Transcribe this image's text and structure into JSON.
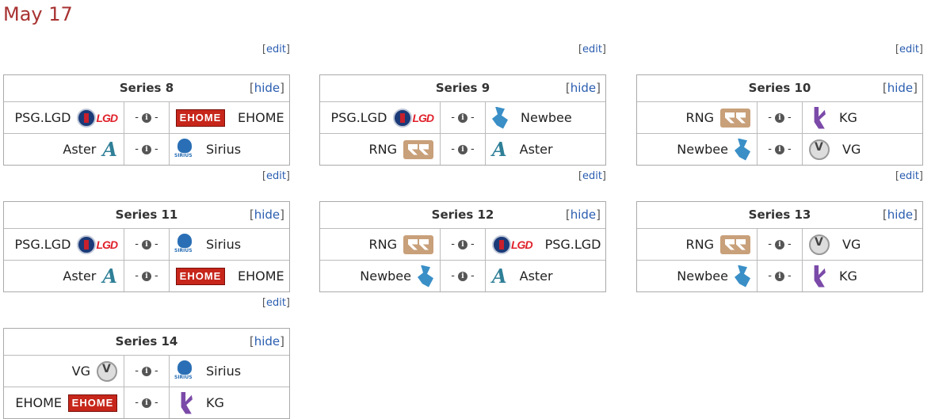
{
  "date_heading": "May 17",
  "edit_label": "edit",
  "hide_label": "hide",
  "score_separator": "-",
  "info_glyph": "i",
  "logo_text": {
    "lgd": "LGD",
    "ehome": "EHOME"
  },
  "series": [
    {
      "title": "Series 8",
      "matches": [
        {
          "left": {
            "name": "PSG.LGD",
            "logo": "psglgd"
          },
          "right": {
            "name": "EHOME",
            "logo": "ehome"
          }
        },
        {
          "left": {
            "name": "Aster",
            "logo": "aster"
          },
          "right": {
            "name": "Sirius",
            "logo": "sirius"
          }
        }
      ]
    },
    {
      "title": "Series 9",
      "matches": [
        {
          "left": {
            "name": "PSG.LGD",
            "logo": "psglgd"
          },
          "right": {
            "name": "Newbee",
            "logo": "newbee"
          }
        },
        {
          "left": {
            "name": "RNG",
            "logo": "rng"
          },
          "right": {
            "name": "Aster",
            "logo": "aster"
          }
        }
      ]
    },
    {
      "title": "Series 10",
      "matches": [
        {
          "left": {
            "name": "RNG",
            "logo": "rng"
          },
          "right": {
            "name": "KG",
            "logo": "kg"
          }
        },
        {
          "left": {
            "name": "Newbee",
            "logo": "newbee"
          },
          "right": {
            "name": "VG",
            "logo": "vg"
          }
        }
      ]
    },
    {
      "title": "Series 11",
      "matches": [
        {
          "left": {
            "name": "PSG.LGD",
            "logo": "psglgd"
          },
          "right": {
            "name": "Sirius",
            "logo": "sirius"
          }
        },
        {
          "left": {
            "name": "Aster",
            "logo": "aster"
          },
          "right": {
            "name": "EHOME",
            "logo": "ehome"
          }
        }
      ]
    },
    {
      "title": "Series 12",
      "matches": [
        {
          "left": {
            "name": "RNG",
            "logo": "rng"
          },
          "right": {
            "name": "PSG.LGD",
            "logo": "psglgd"
          }
        },
        {
          "left": {
            "name": "Newbee",
            "logo": "newbee"
          },
          "right": {
            "name": "Aster",
            "logo": "aster"
          }
        }
      ]
    },
    {
      "title": "Series 13",
      "matches": [
        {
          "left": {
            "name": "RNG",
            "logo": "rng"
          },
          "right": {
            "name": "VG",
            "logo": "vg"
          }
        },
        {
          "left": {
            "name": "Newbee",
            "logo": "newbee"
          },
          "right": {
            "name": "KG",
            "logo": "kg"
          }
        }
      ]
    },
    {
      "title": "Series 14",
      "matches": [
        {
          "left": {
            "name": "VG",
            "logo": "vg"
          },
          "right": {
            "name": "Sirius",
            "logo": "sirius"
          }
        },
        {
          "left": {
            "name": "EHOME",
            "logo": "ehome"
          },
          "right": {
            "name": "KG",
            "logo": "kg"
          }
        }
      ]
    }
  ]
}
